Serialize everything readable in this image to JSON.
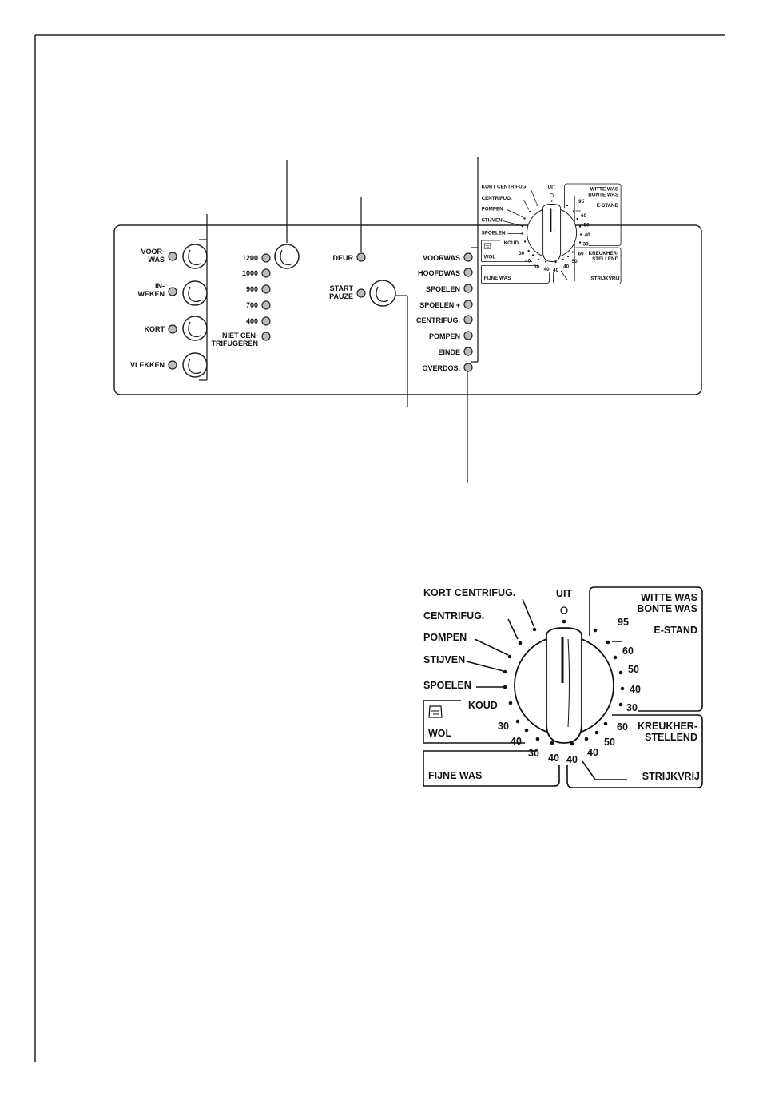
{
  "option_buttons": {
    "prewash": "VOOR-\nWAS",
    "soak": "IN-\nWEKEN",
    "short": "KORT",
    "stains": "VLEKKEN"
  },
  "spin_speeds": [
    "1200",
    "1000",
    "900",
    "700",
    "400"
  ],
  "no_spin": "NIET CEN-\nTRIFUGEREN",
  "door": "DEUR",
  "start_pause": "START\nPAUZE",
  "phases": [
    "VOORWAS",
    "HOOFDWAS",
    "SPOELEN",
    "SPOELEN +",
    "CENTRIFUG.",
    "POMPEN",
    "EINDE",
    "OVERDOS."
  ],
  "dial": {
    "off": "UIT",
    "short_spin": "KORT CENTRIFUG.",
    "spin": "CENTRIFUG.",
    "drain": "POMPEN",
    "starch": "STIJVEN",
    "rinse": "SPOELEN",
    "cold": "KOUD",
    "wool": "WOL",
    "delicates": "FIJNE WAS",
    "white_colour": "WITTE WAS\nBONTE WAS",
    "e_stand": "E-STAND",
    "easy_care": "KREUKHER-\nSTELLEND",
    "iron_free": "STRIJKVRIJ",
    "white_temps": [
      "95",
      "60",
      "50",
      "40",
      "30"
    ],
    "easy_care_temps": [
      "60",
      "50",
      "40"
    ],
    "iron_free_temp": "40",
    "delicate_temps": [
      "40",
      "30"
    ],
    "wool_temps": [
      "30",
      "40"
    ]
  }
}
